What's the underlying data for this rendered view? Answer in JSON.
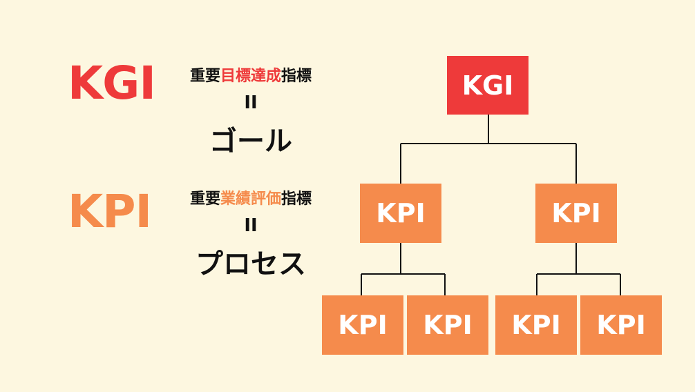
{
  "left": {
    "kgi_label": "KGI",
    "kgi_def": {
      "prefix": "重要",
      "accent": "目標達成",
      "suffix": "指標",
      "equals": "II",
      "result": "ゴール"
    },
    "kpi_label": "KPI",
    "kpi_def": {
      "prefix": "重要",
      "accent": "業績評価",
      "suffix": "指標",
      "equals": "II",
      "result": "プロセス"
    }
  },
  "tree": {
    "root": "KGI",
    "level2": [
      "KPI",
      "KPI"
    ],
    "level3": [
      "KPI",
      "KPI",
      "KPI",
      "KPI"
    ]
  },
  "colors": {
    "kgi": "#ee3a3a",
    "kpi": "#f58b4c",
    "background": "#fdf7e0"
  }
}
